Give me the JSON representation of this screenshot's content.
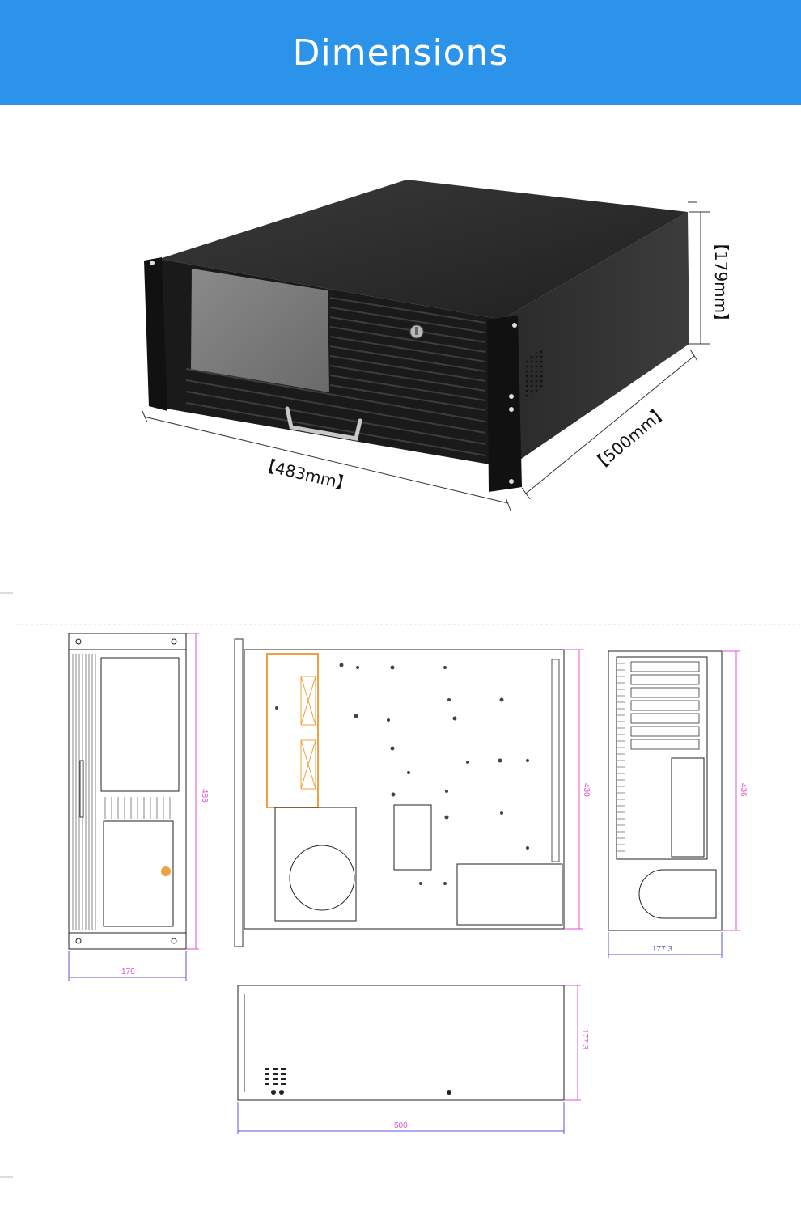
{
  "header": {
    "title": "Dimensions"
  },
  "photo": {
    "width_label": "【483mm】",
    "depth_label": "【500mm】",
    "height_label": "【179mm】"
  },
  "drawings": {
    "front": {
      "height": "483",
      "width": "179"
    },
    "top": {
      "depth": "430"
    },
    "side": {
      "height": "436",
      "width": "177.3"
    },
    "bottom": {
      "height": "177.3",
      "width": "500"
    }
  },
  "colors": {
    "banner": "#2b93ea",
    "dimension_magenta": "#e050d0",
    "dimension_blue": "#5a58d8",
    "chassis": "#1c1c1c"
  }
}
